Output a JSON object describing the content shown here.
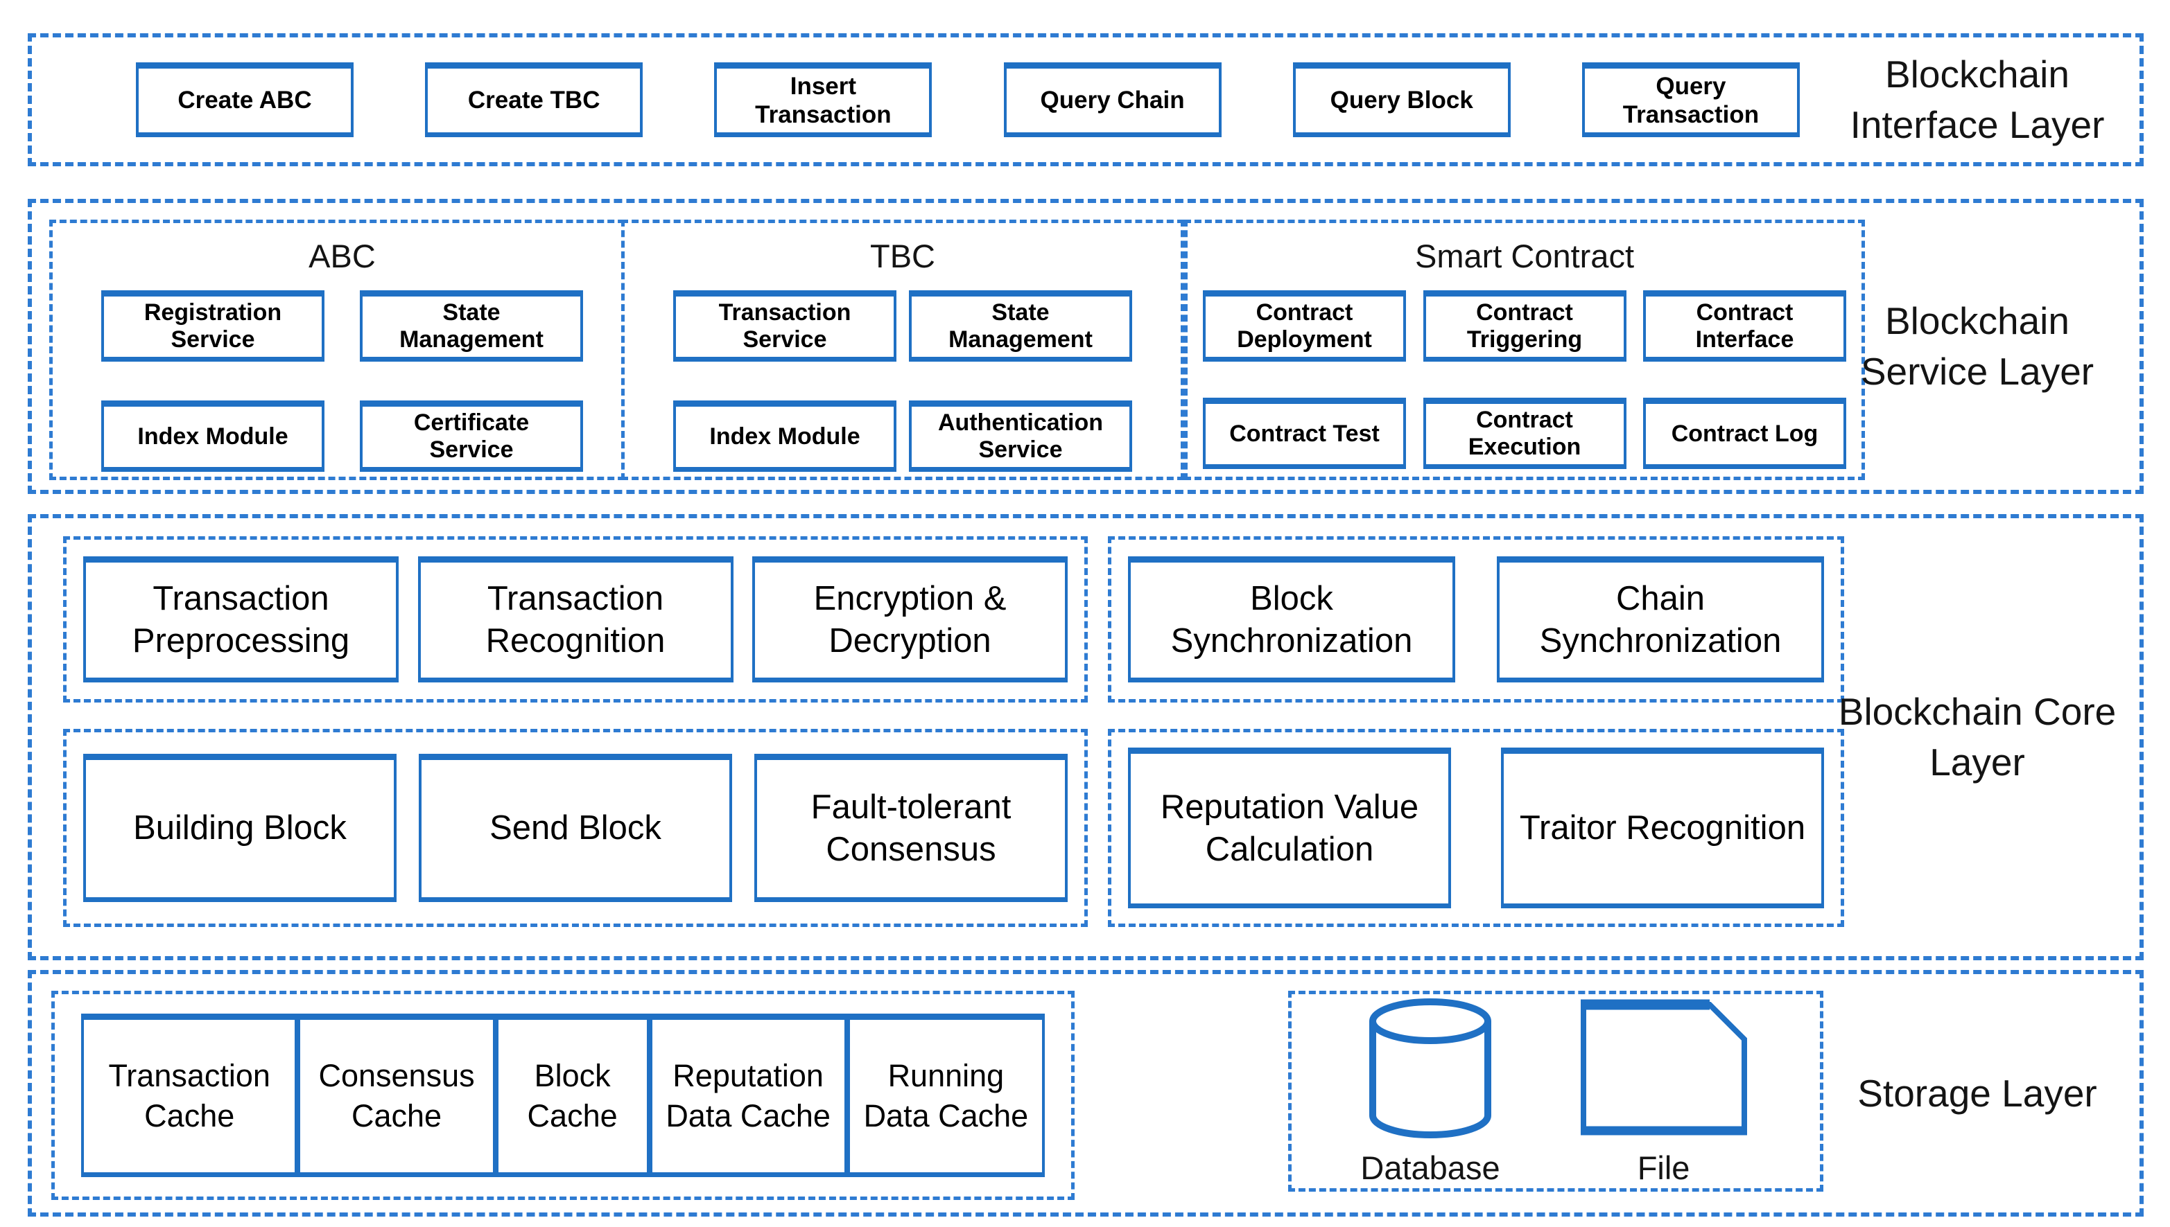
{
  "colors": {
    "accent": "#1F70C4",
    "dash": "#2E7BD2",
    "ink": "#141414",
    "bg": "#ffffff"
  },
  "layers": {
    "interface": {
      "label": "Blockchain Interface Layer",
      "boxes": [
        "Create ABC",
        "Create TBC",
        "Insert Transaction",
        "Query Chain",
        "Query Block",
        "Query Transaction"
      ]
    },
    "service": {
      "label": "Blockchain Service Layer",
      "groups": [
        {
          "title": "ABC",
          "boxes": [
            "Registration Service",
            "State Management",
            "Index Module",
            "Certificate Service"
          ]
        },
        {
          "title": "TBC",
          "boxes": [
            "Transaction Service",
            "State Management",
            "Index Module",
            "Authentication Service"
          ]
        },
        {
          "title": "Smart Contract",
          "boxes": [
            "Contract Deployment",
            "Contract Triggering",
            "Contract Interface",
            "Contract Test",
            "Contract Execution",
            "Contract Log"
          ]
        }
      ]
    },
    "core": {
      "label": "Blockchain Core Layer",
      "groups": [
        {
          "boxes": [
            "Transaction Preprocessing",
            "Transaction Recognition",
            "Encryption & Decryption"
          ]
        },
        {
          "boxes": [
            "Block Synchronization",
            "Chain Synchronization"
          ]
        },
        {
          "boxes": [
            "Building Block",
            "Send Block",
            "Fault-tolerant Consensus"
          ]
        },
        {
          "boxes": [
            "Reputation Value Calculation",
            "Traitor Recognition"
          ]
        }
      ]
    },
    "storage": {
      "label": "Storage Layer",
      "caches": [
        "Transaction Cache",
        "Consensus Cache",
        "Block Cache",
        "Reputation Data Cache",
        "Running Data Cache"
      ],
      "media": [
        {
          "icon": "database-icon",
          "label": "Database"
        },
        {
          "icon": "file-icon",
          "label": "File"
        }
      ]
    }
  }
}
